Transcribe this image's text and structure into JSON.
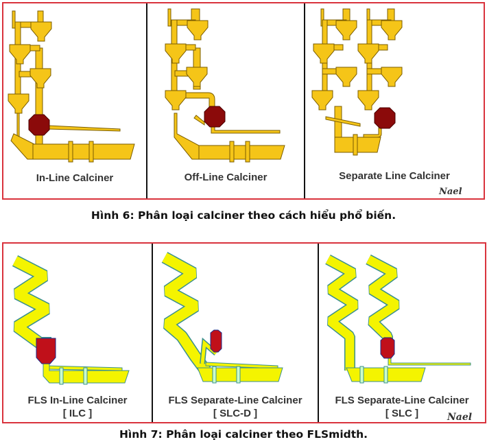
{
  "figure6": {
    "panels": [
      {
        "label": "In-Line Calciner"
      },
      {
        "label": "Off-Line Calciner"
      },
      {
        "label": "Separate Line Calciner"
      }
    ],
    "signature": "Nael",
    "caption": "Hình 6: Phân loại calciner theo cách hiểu phổ biến."
  },
  "figure7": {
    "panels": [
      {
        "label": "FLS In-Line Calciner",
        "code": "[ ILC ]"
      },
      {
        "label": "FLS Separate-Line Calciner",
        "code": "[ SLC-D ]"
      },
      {
        "label": "FLS Separate-Line Calciner",
        "code": "[ SLC ]"
      }
    ],
    "signature": "Nael",
    "caption": "Hình 7: Phân loại calciner theo FLSmidth."
  },
  "colors": {
    "frame": "#d9323c",
    "fig6_yellow": "#f5c518",
    "fig6_red": "#8b0a0a",
    "fig7_yellow": "#f4f400",
    "fig7_red": "#c0101a"
  }
}
